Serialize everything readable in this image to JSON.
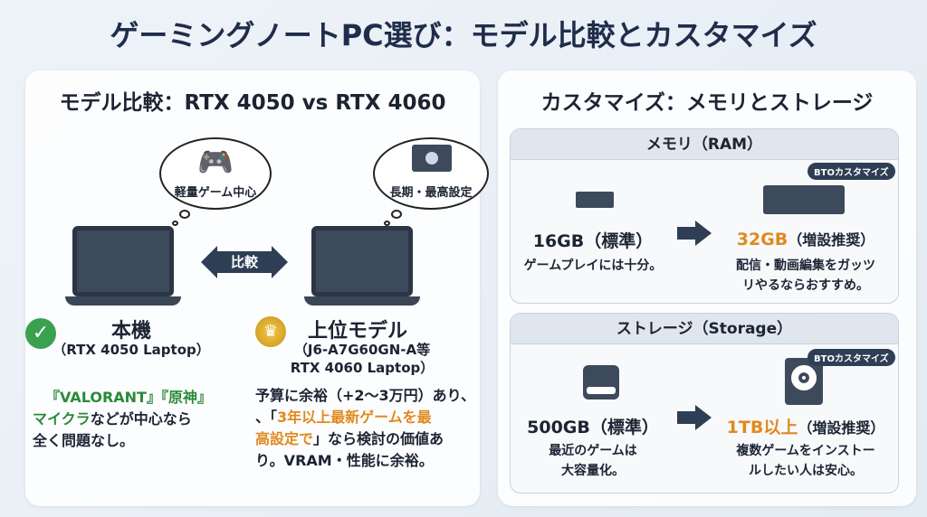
{
  "title": "ゲーミングノートPC選び：モデル比較とカスタマイズ",
  "left": {
    "heading": "モデル比較：RTX 4050 vs RTX 4060",
    "compare_label": "比較",
    "bubble_left": "軽量ゲーム中心",
    "bubble_right": "長期・最高設定",
    "base": {
      "name": "本機",
      "sub": "（RTX 4050 Laptop）",
      "line1_a": "『VALORANT』",
      "line1_b": "『原神』",
      "line2_a": "マイクラ",
      "line2_b": "などが中心なら",
      "line3": "全く問題なし。"
    },
    "upper": {
      "name": "上位モデル",
      "sub1": "（J6-A7G60GN-A等",
      "sub2": "RTX 4060 Laptop）",
      "line1": "予算に余裕（+2〜3万円）あり、",
      "line2_a": "、「",
      "line2_b": "3年以上最新ゲームを最",
      "line3_a": "高設定で",
      "line3_b": "」なら検討の価値あ",
      "line4": "り。VRAM・性能に余裕。"
    }
  },
  "right": {
    "heading": "カスタマイズ：メモリとストレージ",
    "memory": {
      "header": "メモリ（RAM）",
      "badge": "BTOカスタマイズ",
      "std_val": "16GB（標準）",
      "std_desc": "ゲームプレイには十分。",
      "rec_val": "32GB",
      "rec_suffix": "（増設推奨）",
      "rec_desc1": "配信・動画編集をガッツ",
      "rec_desc2": "リやるならおすすめ。"
    },
    "storage": {
      "header": "ストレージ（Storage）",
      "badge": "BTOカスタマイズ",
      "std_val": "500GB（標準）",
      "std_desc1": "最近のゲームは",
      "std_desc2": "大容量化。",
      "rec_val": "1TB以上",
      "rec_suffix": "（増設推奨）",
      "rec_desc1": "複数ゲームをインストー",
      "rec_desc2": "ルしたい人は安心。"
    }
  },
  "colors": {
    "navy": "#1f2d4a",
    "green": "#2a8a3a",
    "orange": "#e08a1e"
  }
}
